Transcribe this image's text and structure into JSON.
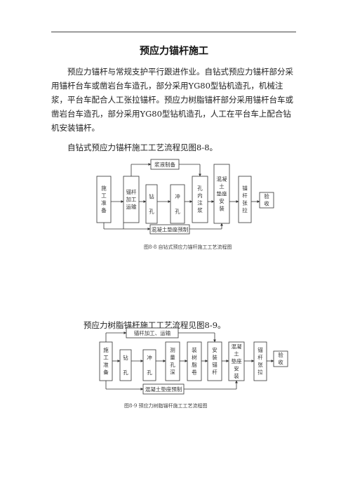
{
  "title": "预应力锚杆施工",
  "paragraph1": "预应力锚杆与常规支护平行跟进作业。自钻式预应力锚杆部分采用锚杆台车或凿岩台车造孔，部分采用YG80型钻机造孔，机械注浆，平台车配合人工张拉锚杆。预应力树脂锚杆部分采用锚杆台车或凿岩台车造孔，部分采用YG80型钻机造孔，人工在平台车上配合钻机安装锚杆。",
  "paragraph2": "自钻式预应力锚杆施工工艺流程见图8-8。",
  "diagram1": {
    "top_box": "浆液制备",
    "bottom_box": "混凝土垫座预制",
    "caption": "图8-8  自钻式预应力锚杆施工工艺流程图",
    "steps": [
      [
        "施",
        "工",
        "准",
        "备"
      ],
      [
        "锚杆",
        "加工",
        "运输"
      ],
      [
        "钻",
        "",
        "孔"
      ],
      [
        "冲",
        "",
        "孔"
      ],
      [
        "孔",
        "内",
        "注",
        "浆"
      ],
      [
        "混凝",
        "土",
        "垫座",
        "安",
        "装"
      ],
      [
        "锚",
        "杆",
        "张",
        "拉"
      ],
      [
        "验",
        "收"
      ]
    ]
  },
  "paragraph3": "预应力树脂锚杆施工工艺流程见图8-9。",
  "diagram2": {
    "top_box": "锚杆加工、运输",
    "bottom_box": "混凝土垫座预制",
    "caption": "图8-9  预应力树脂锚杆施工工艺流程图",
    "steps": [
      [
        "施",
        "工",
        "准",
        "备"
      ],
      [
        "钻",
        "",
        "孔"
      ],
      [
        "冲",
        "",
        "孔"
      ],
      [
        "测",
        "量",
        "孔",
        "深"
      ],
      [
        "装",
        "树",
        "脂",
        "卷"
      ],
      [
        "安",
        "装",
        "锚",
        "杆"
      ],
      [
        "混凝",
        "土",
        "垫座",
        "安",
        "装"
      ],
      [
        "锚",
        "杆",
        "张",
        "拉"
      ],
      [
        "验",
        "收"
      ]
    ]
  }
}
